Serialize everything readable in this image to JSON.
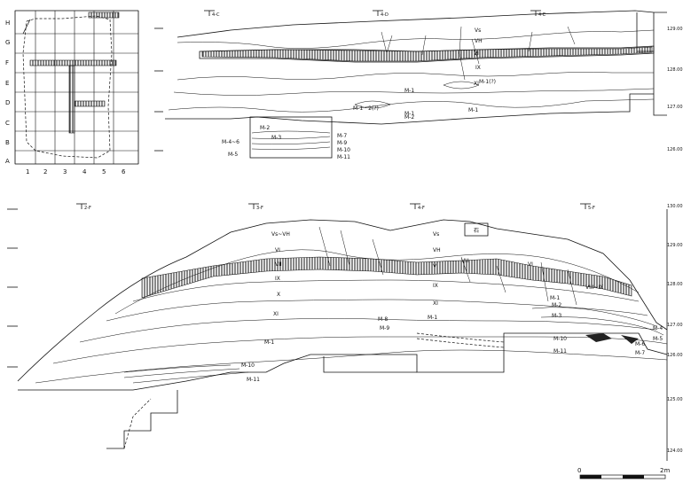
{
  "key_plan": {
    "rows": [
      "H",
      "G",
      "F",
      "E",
      "D",
      "C",
      "B",
      "A"
    ],
    "cols": [
      "1",
      "2",
      "3",
      "4",
      "5",
      "6"
    ]
  },
  "section_upper": {
    "markers": [
      "4-C",
      "4-D",
      "4-E"
    ],
    "elevations": [
      "129.00",
      "128.00",
      "127.00",
      "126.00"
    ],
    "labels": [
      "Vs",
      "VH",
      "VI",
      "IX",
      "XI",
      "M-1(?)",
      "M-1",
      "M-1・2(?)",
      "M-1",
      "M-2",
      "M-1",
      "M-2",
      "M-3",
      "M-4~6",
      "M-5",
      "M-7",
      "M-9",
      "M-10",
      "M-11"
    ]
  },
  "section_lower": {
    "markers": [
      "2-F",
      "3-F",
      "4-F",
      "5-F"
    ],
    "elevations": [
      "130.00",
      "129.00",
      "128.00",
      "127.00",
      "126.00",
      "125.00",
      "124.00"
    ],
    "labels": [
      "Vs~VH",
      "VI",
      "VII",
      "IX",
      "X",
      "XI",
      "M-1",
      "M-10",
      "M-11",
      "Vs",
      "VH",
      "VI",
      "IX",
      "XI",
      "M-1",
      "M-8",
      "M-9",
      "VH",
      "VI",
      "VIII~IX",
      "M-1",
      "M-2",
      "M-3",
      "M-4",
      "M-5",
      "M-6",
      "M-7",
      "M-10",
      "M-11",
      "石"
    ]
  },
  "scale": {
    "zero": "0",
    "end": "2m"
  }
}
